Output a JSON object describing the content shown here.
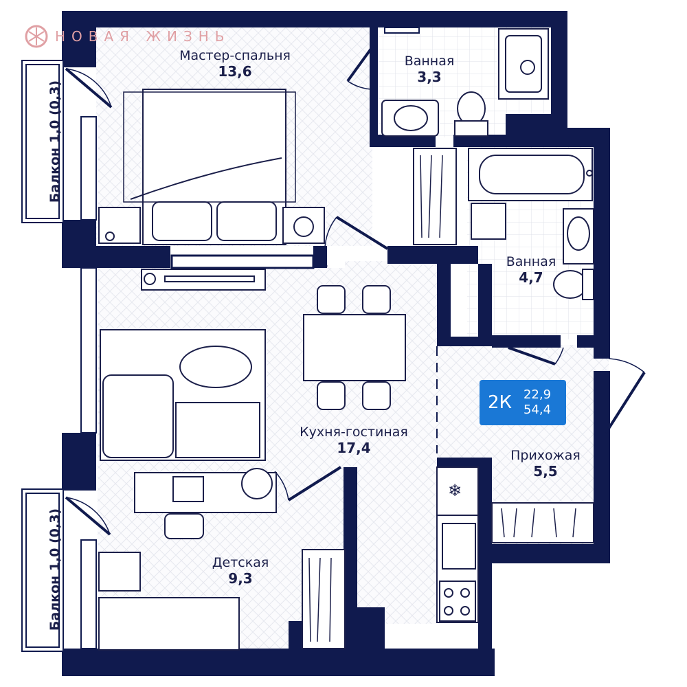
{
  "brand": {
    "name": "НОВАЯ ЖИЗНЬ",
    "color": "#e0a0a4"
  },
  "colors": {
    "wall": "#101a4e",
    "line": "#1b1f4a",
    "accent": "#1a78d6"
  },
  "badge": {
    "rooms": "2К",
    "living_area": "22,9",
    "total_area": "54,4"
  },
  "rooms": {
    "master_bedroom": {
      "name": "Мастер-спальня",
      "area": "13,6"
    },
    "bathroom_small": {
      "name": "Ванная",
      "area": "3,3"
    },
    "bathroom_large": {
      "name": "Ванная",
      "area": "4,7"
    },
    "kitchen_living": {
      "name": "Кухня-гостиная",
      "area": "17,4"
    },
    "hallway": {
      "name": "Прихожая",
      "area": "5,5"
    },
    "kids_room": {
      "name": "Детская",
      "area": "9,3"
    }
  },
  "balconies": [
    {
      "label": "Балкон 1,0 (0,3)"
    },
    {
      "label": "Балкон 1,0 (0,3)"
    }
  ],
  "icons": {
    "freezer": "snowflake-icon",
    "logo": "brand-emblem-icon"
  }
}
